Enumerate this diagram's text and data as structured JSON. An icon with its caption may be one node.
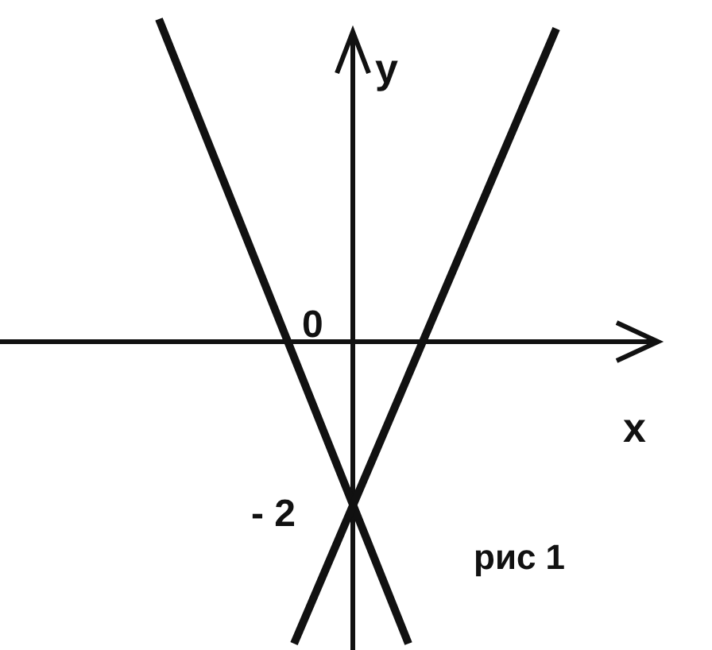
{
  "diagram": {
    "labels": [
      "y",
      "0",
      "x",
      "- 2",
      "рис 1"
    ]
  }
}
